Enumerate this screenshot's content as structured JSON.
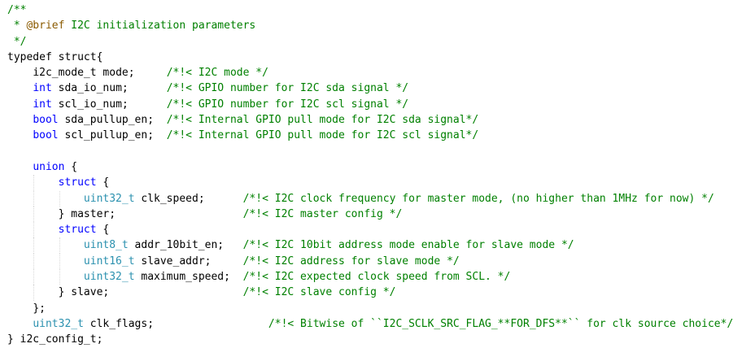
{
  "code_view": {
    "lines": [
      [
        {
          "t": "/**",
          "c": "c"
        }
      ],
      [
        {
          "t": " * ",
          "c": "c"
        },
        {
          "t": "@brief",
          "c": "dtag"
        },
        {
          "t": " I2C initialization parameters",
          "c": "c"
        }
      ],
      [
        {
          "t": " */",
          "c": "c"
        }
      ],
      [
        {
          "t": "typedef",
          "c": "p"
        },
        {
          "t": " ",
          "c": "p"
        },
        {
          "t": "struct",
          "c": "p"
        },
        {
          "t": "{",
          "c": "p"
        }
      ],
      [
        {
          "t": "    ",
          "c": "p"
        },
        {
          "t": "i2c_mode_t",
          "c": "p"
        },
        {
          "t": " mode;     ",
          "c": "p"
        },
        {
          "t": "/*!< I2C mode */",
          "c": "c"
        }
      ],
      [
        {
          "t": "    ",
          "c": "p"
        },
        {
          "t": "int",
          "c": "k"
        },
        {
          "t": " sda_io_num;      ",
          "c": "p"
        },
        {
          "t": "/*!< GPIO number for I2C sda signal */",
          "c": "c"
        }
      ],
      [
        {
          "t": "    ",
          "c": "p"
        },
        {
          "t": "int",
          "c": "k"
        },
        {
          "t": " scl_io_num;      ",
          "c": "p"
        },
        {
          "t": "/*!< GPIO number for I2C scl signal */",
          "c": "c"
        }
      ],
      [
        {
          "t": "    ",
          "c": "p"
        },
        {
          "t": "bool",
          "c": "k"
        },
        {
          "t": " sda_pullup_en;  ",
          "c": "p"
        },
        {
          "t": "/*!< Internal GPIO pull mode for I2C sda signal*/",
          "c": "c"
        }
      ],
      [
        {
          "t": "    ",
          "c": "p"
        },
        {
          "t": "bool",
          "c": "k"
        },
        {
          "t": " scl_pullup_en;  ",
          "c": "p"
        },
        {
          "t": "/*!< Internal GPIO pull mode for I2C scl signal*/",
          "c": "c"
        }
      ],
      [
        {
          "t": "",
          "c": "p"
        }
      ],
      [
        {
          "t": "    ",
          "c": "p"
        },
        {
          "t": "union",
          "c": "k"
        },
        {
          "t": " {",
          "c": "p"
        }
      ],
      [
        {
          "t": "        ",
          "c": "p"
        },
        {
          "t": "struct",
          "c": "k"
        },
        {
          "t": " {",
          "c": "p"
        }
      ],
      [
        {
          "t": "            ",
          "c": "p"
        },
        {
          "t": "uint32_t",
          "c": "t"
        },
        {
          "t": " clk_speed;      ",
          "c": "p"
        },
        {
          "t": "/*!< I2C clock frequency for master mode, (no higher than 1MHz for now) */",
          "c": "c"
        }
      ],
      [
        {
          "t": "        ",
          "c": "p"
        },
        {
          "t": "} master;                    ",
          "c": "p"
        },
        {
          "t": "/*!< I2C master config */",
          "c": "c"
        }
      ],
      [
        {
          "t": "        ",
          "c": "p"
        },
        {
          "t": "struct",
          "c": "k"
        },
        {
          "t": " {",
          "c": "p"
        }
      ],
      [
        {
          "t": "            ",
          "c": "p"
        },
        {
          "t": "uint8_t",
          "c": "t"
        },
        {
          "t": " addr_10bit_en;   ",
          "c": "p"
        },
        {
          "t": "/*!< I2C 10bit address mode enable for slave mode */",
          "c": "c"
        }
      ],
      [
        {
          "t": "            ",
          "c": "p"
        },
        {
          "t": "uint16_t",
          "c": "t"
        },
        {
          "t": " slave_addr;     ",
          "c": "p"
        },
        {
          "t": "/*!< I2C address for slave mode */",
          "c": "c"
        }
      ],
      [
        {
          "t": "            ",
          "c": "p"
        },
        {
          "t": "uint32_t",
          "c": "t"
        },
        {
          "t": " maximum_speed;  ",
          "c": "p"
        },
        {
          "t": "/*!< I2C expected clock speed from SCL. */",
          "c": "c"
        }
      ],
      [
        {
          "t": "        ",
          "c": "p"
        },
        {
          "t": "} slave;                     ",
          "c": "p"
        },
        {
          "t": "/*!< I2C slave config */",
          "c": "c"
        }
      ],
      [
        {
          "t": "    ",
          "c": "p"
        },
        {
          "t": "};",
          "c": "p"
        }
      ],
      [
        {
          "t": "    ",
          "c": "p"
        },
        {
          "t": "uint32_t",
          "c": "t"
        },
        {
          "t": " clk_flags;                  ",
          "c": "p"
        },
        {
          "t": "/*!< Bitwise of ``I2C_SCLK_SRC_FLAG_**FOR_DFS**`` for clk source choice*/",
          "c": "c"
        }
      ],
      [
        {
          "t": "} i2c_config_t;",
          "c": "p"
        }
      ]
    ]
  }
}
